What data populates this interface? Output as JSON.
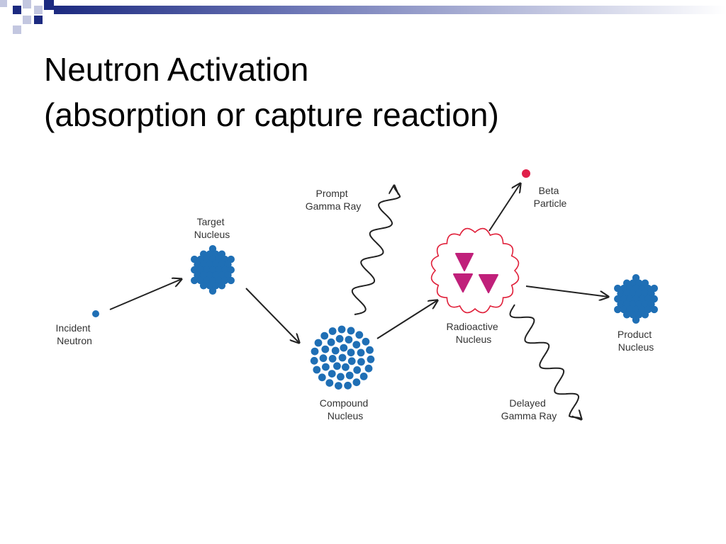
{
  "slide": {
    "title_line1": "Neutron Activation",
    "title_line2": "(absorption or capture reaction)"
  },
  "diagram": {
    "incident_neutron": [
      "Incident",
      "Neutron"
    ],
    "target_nucleus": [
      "Target",
      "Nucleus"
    ],
    "compound_nucleus": [
      "Compound",
      "Nucleus"
    ],
    "prompt_gamma": [
      "Prompt",
      "Gamma Ray"
    ],
    "radioactive_nucleus": [
      "Radioactive",
      "Nucleus"
    ],
    "beta_particle": [
      "Beta",
      "Particle"
    ],
    "delayed_gamma": [
      "Delayed",
      "Gamma Ray"
    ],
    "product_nucleus": [
      "Product",
      "Nucleus"
    ]
  },
  "colors": {
    "nucleon": "#1f6fb5",
    "radioactive_outline": "#e0203a",
    "radiation_symbol": "#c0207a",
    "beta": "#e0204a",
    "arrow": "#222222",
    "title_bar_dark": "#1c2a80",
    "title_bar_light": "#c3c7e0"
  }
}
